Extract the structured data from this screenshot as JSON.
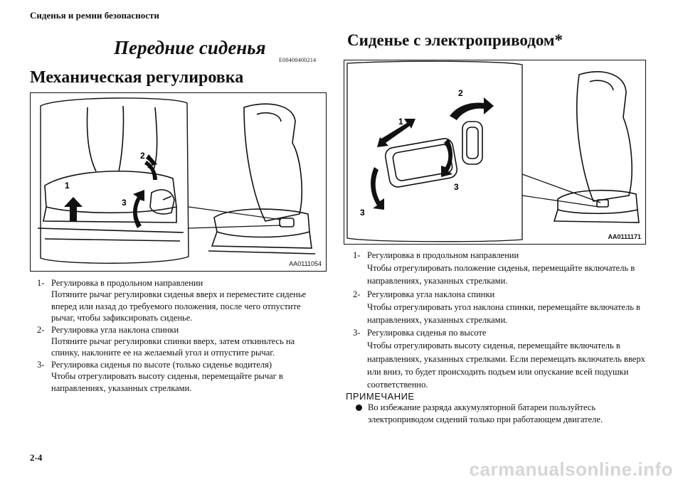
{
  "header": "Сиденья и ремни безопасности",
  "section_title": "Передние сиденья",
  "section_code": "E00400400214",
  "manual": {
    "heading": "Механическая регулировка",
    "figure_code": "AA0111054",
    "callouts": [
      "1",
      "2",
      "3"
    ],
    "items": [
      {
        "num": "1-",
        "title": "Регулировка в продольном направлении",
        "text": "Потяните рычаг регулировки сиденья вверх и переместите сиденье вперед или назад до требуемого положения, после чего отпустите рычаг, чтобы зафиксировать сиденье."
      },
      {
        "num": "2-",
        "title": "Регулировка угла наклона спинки",
        "text": "Потяните рычаг регулировки спинки вверх, затем откиньтесь на спинку, наклоните ее на желаемый угол и отпустите рычаг."
      },
      {
        "num": "3-",
        "title": "Регулировка сиденья по высоте (только сиденье водителя)",
        "text": "Чтобы отрегулировать высоту сиденья, перемещайте рычаг в направлениях, указанных стрелками."
      }
    ]
  },
  "power": {
    "heading": "Сиденье с электроприводом*",
    "figure_code": "AA0111171",
    "callouts": [
      "1",
      "2",
      "3",
      "3"
    ],
    "items": [
      {
        "num": "1-",
        "title": "Регулировка в продольном направлении",
        "text": "Чтобы отрегулировать положение сиденья, перемещайте включатель в направлениях, указанных стрелками."
      },
      {
        "num": "2-",
        "title": "Регулировка угла наклона спинки",
        "text": "Чтобы отрегулировать угол наклона спинки, перемещайте включатель в направлениях, указанных стрелками."
      },
      {
        "num": "3-",
        "title": "Регулировка сиденья по высоте",
        "text": "Чтобы отрегулировать высоту сиденья, перемещайте включатель в направлениях, указанных стрелками. Если перемещать включатель вверх или вниз, то будет происходить подъем или опускание всей подушки соответственно."
      }
    ]
  },
  "note": {
    "title": "ПРИМЕЧАНИЕ",
    "text": "Во избежание разряда аккумуляторной батареи пользуйтесь электроприводом сидений только при работающем двигателе."
  },
  "page_number": "2-4",
  "watermark": "carmanualsonline.info"
}
